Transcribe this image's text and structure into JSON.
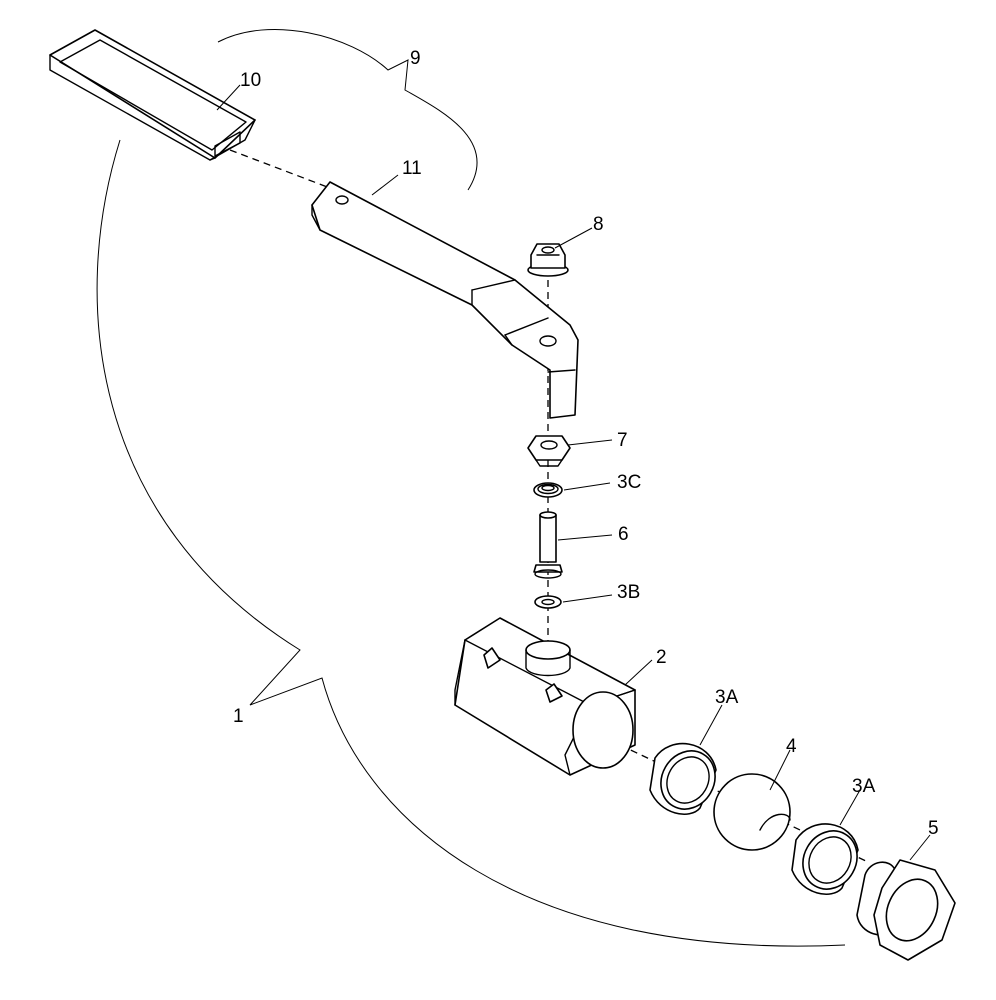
{
  "labels": {
    "p1": "1",
    "p2": "2",
    "p3a_left": "3A",
    "p3a_right": "3A",
    "p3b": "3B",
    "p3c": "3C",
    "p4": "4",
    "p5": "5",
    "p6": "6",
    "p7": "7",
    "p8": "8",
    "p9": "9",
    "p10": "10",
    "p11": "11"
  }
}
